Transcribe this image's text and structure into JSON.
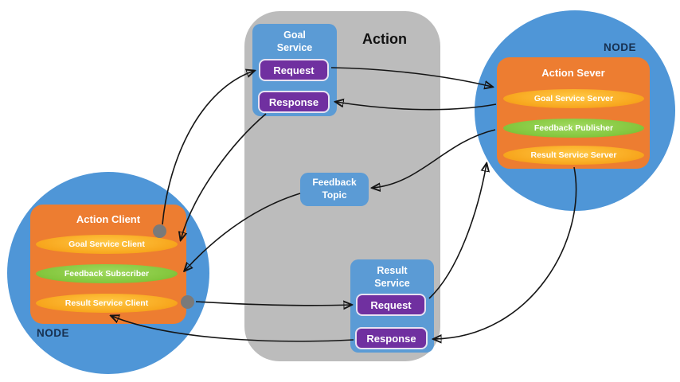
{
  "panel": {
    "title": "Action"
  },
  "goal_service": {
    "title": "Goal Service",
    "request_label": "Request",
    "response_label": "Response"
  },
  "feedback_topic": {
    "title": "Feedback Topic"
  },
  "result_service": {
    "title": "Result Service",
    "request_label": "Request",
    "response_label": "Response"
  },
  "client_node": {
    "node_label": "NODE",
    "title": "Action Client",
    "pills": [
      {
        "label": "Goal Service Client",
        "color": "gold"
      },
      {
        "label": "Feedback Subscriber",
        "color": "green"
      },
      {
        "label": "Result Service Client",
        "color": "gold"
      }
    ]
  },
  "server_node": {
    "node_label": "NODE",
    "title": "Action Sever",
    "pills": [
      {
        "label": "Goal Service Server",
        "color": "gold"
      },
      {
        "label": "Feedback Publisher",
        "color": "green"
      },
      {
        "label": "Result Service Server",
        "color": "gold"
      }
    ]
  },
  "colors": {
    "node_blue": "#4f96d7",
    "service_blue": "#5b9bd5",
    "action_orange": "#ed7d31",
    "button_purple": "#7030a0",
    "pill_gold": "#f8a81f",
    "pill_green": "#84c73e",
    "panel_gray": "#bcbcbc",
    "dot_gray": "#7a7a7a",
    "arrow_black": "#151515"
  }
}
